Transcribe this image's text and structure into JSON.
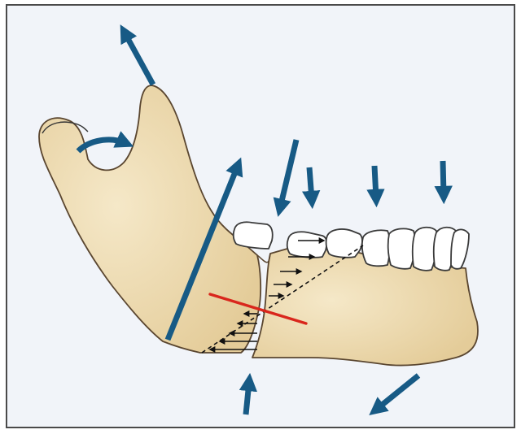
{
  "figure": {
    "subject": "mandible-fracture-force-diagram",
    "colors": {
      "background": "#f1f4f9",
      "border": "#4a4a4a",
      "bone_fill": "#e9d6ac",
      "bone_highlight": "#f5e8c8",
      "bone_stroke": "#5a4630",
      "tooth_fill": "#ffffff",
      "tooth_stroke": "#3a3a3a",
      "force_arrow": "#175a85",
      "fracture_line": "#d9261c",
      "tension_arrow": "#111111"
    },
    "arrows": {
      "muscle_pull": [
        {
          "name": "coronoid-pull-arrow"
        },
        {
          "name": "condyle-rotation-arrow"
        },
        {
          "name": "ramus-upward-pull-arrow"
        },
        {
          "name": "fracture-site-down-arrow"
        },
        {
          "name": "premolar-down-arrow"
        },
        {
          "name": "molar-down-arrow-1"
        },
        {
          "name": "molar-down-arrow-2"
        },
        {
          "name": "inferior-border-up-arrow"
        },
        {
          "name": "anterior-down-left-arrow"
        }
      ],
      "tension_upper_count": 5,
      "tension_lower_count": 5
    }
  }
}
